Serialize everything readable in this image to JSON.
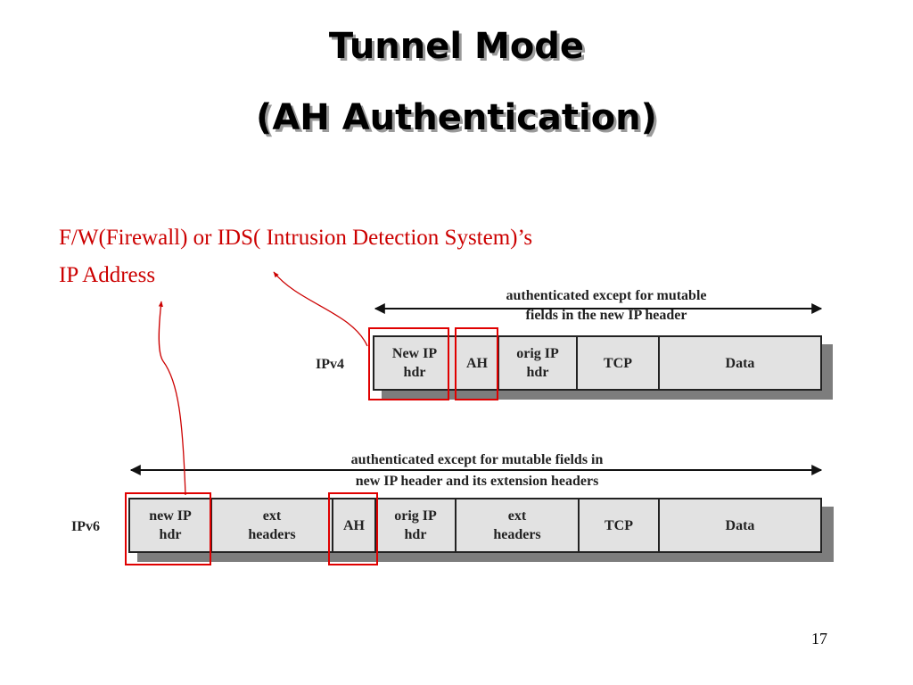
{
  "title": {
    "line1": "Tunnel Mode",
    "line2": "(AH Authentication)"
  },
  "annotation": {
    "line1": "F/W(Firewall) or IDS( Intrusion Detection System)’s",
    "line2": "IP Address"
  },
  "ipv4": {
    "label": "IPv4",
    "span_line1": "authenticated except for mutable",
    "span_line2": "fields in the new IP header",
    "fields": [
      "New IP\nhdr",
      "AH",
      "orig IP\nhdr",
      "TCP",
      "Data"
    ]
  },
  "ipv6": {
    "label": "IPv6",
    "span_line1": "authenticated except for mutable fields in",
    "span_line2": "new IP header and its extension headers",
    "fields": [
      "new IP\nhdr",
      "ext\nheaders",
      "AH",
      "orig IP\nhdr",
      "ext\nheaders",
      "TCP",
      "Data"
    ]
  },
  "colors": {
    "highlight": "#e00000",
    "annotation": "#cc0000",
    "cell_fill": "#e2e2e2"
  },
  "page_number": "17"
}
